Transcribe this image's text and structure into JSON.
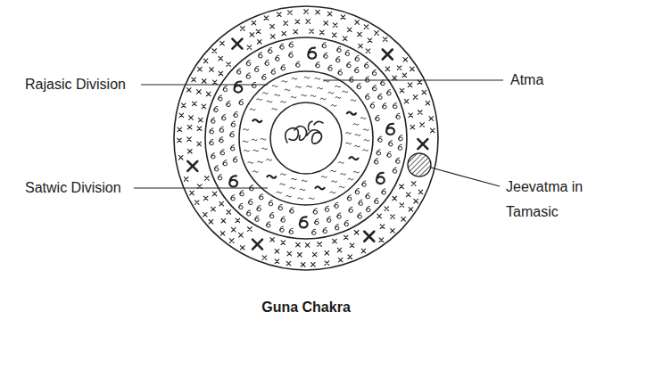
{
  "diagram": {
    "caption": "Guna Chakra",
    "labels": [
      "Rajasic Division",
      "Satwic Division",
      "Atma",
      "Jeevatma in Tamasic"
    ]
  }
}
